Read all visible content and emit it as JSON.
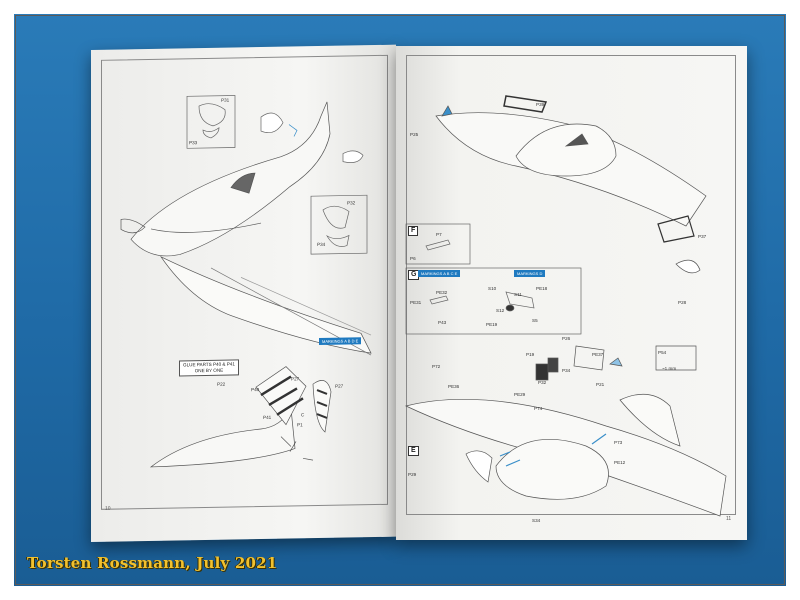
{
  "caption": "Torsten Rossmann, July 2021",
  "left_page": {
    "page_number": "10",
    "labels": [
      "P31",
      "P33",
      "P32",
      "P34",
      "P22",
      "P40",
      "P41",
      "P27",
      "P1",
      "C",
      "P27"
    ],
    "glue_note_line1": "GLUE PARTS P40 & P41",
    "glue_note_line2": "ONE BY ONE",
    "marking": "MARKINGS A B D E"
  },
  "right_page": {
    "page_number": "11",
    "labels": [
      "P25",
      "P39",
      "P37",
      "P28",
      "P7",
      "P6",
      "PE32",
      "PE31",
      "P43",
      "S10",
      "S11",
      "PE18",
      "S12",
      "S5",
      "PE19",
      "P72",
      "PE36",
      "P19",
      "P26",
      "P34",
      "PE37",
      "PE29",
      "P32",
      "P74",
      "P21",
      "P54",
      "P73",
      "PE12",
      "P29",
      "S34"
    ],
    "step_f": "F",
    "step_g": "G",
    "step_e": "E",
    "marking_1": "MARKINGS A B C E",
    "marking_2": "MARKINGS D",
    "dimension_note": "~1 mm"
  },
  "colors": {
    "background": "#1f6aa6",
    "page": "#f4f4f1",
    "caption": "#f2c12e",
    "marking": "#1f7ac0"
  }
}
